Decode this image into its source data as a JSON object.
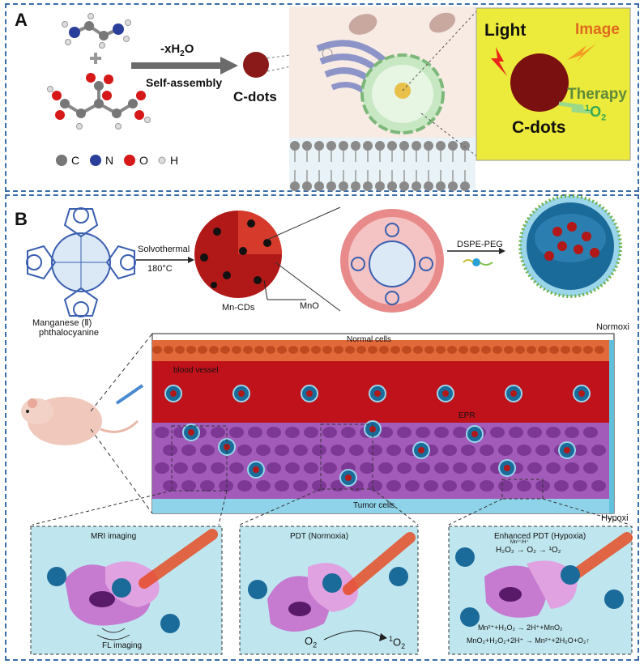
{
  "panel_a": {
    "label": "A",
    "reaction_top": "-xH",
    "reaction_sub": "2",
    "reaction_tail": "O",
    "reaction_bottom": "Self-assembly",
    "product_left": "C-dots",
    "legend": [
      "C",
      "N",
      "O",
      "H"
    ],
    "inset": {
      "light": "Light",
      "image": "Image",
      "therapy": "Therapy",
      "singlet_sup": "1",
      "singlet_main": "O",
      "singlet_sub": "2",
      "product": "C-dots"
    },
    "colors": {
      "inset_bg": "#ecea3a",
      "image_text": "#e06a1f",
      "therapy_text": "#5e8a3a",
      "singlet_text": "#3aa852",
      "dot": "#7a1010"
    }
  },
  "panel_b": {
    "label": "B",
    "precursor_line1": "Manganese (Ⅱ)",
    "precursor_line2": "phthalocyanine",
    "step1_top": "Solvothermal",
    "step1_bottom": "180°C",
    "mncds": "Mn-CDs",
    "mno": "MnO",
    "step2": "DSPE-PEG",
    "normoxia": "Normoxi",
    "hypoxia": "Hypoxi",
    "normal_cells": "Normal cells",
    "blood_vessel": "blood vessel",
    "epr": "EPR",
    "tumor_cells": "Tumor cells",
    "inset1": {
      "title": "MRI imaging",
      "bottom": "FL imaging"
    },
    "inset2": {
      "title": "PDT (Normoxia)",
      "o2_left": "O",
      "o2_left_sub": "2",
      "o2_right_sup": "1",
      "o2_right": "O",
      "o2_right_sub": "2"
    },
    "inset3": {
      "title": "Enhanced PDT (Hypoxia)",
      "eq_top": "H₂O₂ → O₂ → ¹O₂",
      "eq_top_cat": "Mn²⁺/H⁺",
      "eq1": "Mn²⁺+H₂O₂ → 2H⁺+MnO₂",
      "eq2": "MnO₂+H₂O₂+2H⁺ → Mn²⁺+2H₂O+O₂↑"
    },
    "colors": {
      "border": "#3b6ea8",
      "blood": "#c0121a",
      "tumor": "#a25bb8",
      "nanoparticle": "#1a6a9a"
    }
  }
}
